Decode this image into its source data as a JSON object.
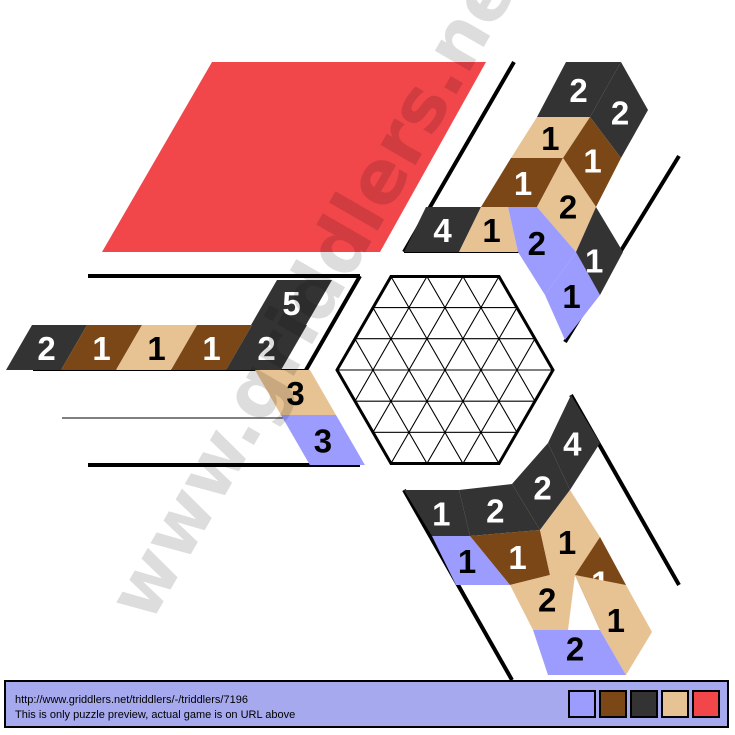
{
  "colors": {
    "blue": "#9b9cfe",
    "brown": "#7b4716",
    "dark": "#333333",
    "tan": "#e7c293",
    "red": "#f1464a",
    "white": "#ffffff",
    "black": "#000000"
  },
  "palette": [
    {
      "name": "blue",
      "color": "#9b9cfe"
    },
    {
      "name": "brown",
      "color": "#7b4716"
    },
    {
      "name": "dark",
      "color": "#333333"
    },
    {
      "name": "tan",
      "color": "#e7c293"
    },
    {
      "name": "red",
      "color": "#f1464a"
    }
  ],
  "footer": {
    "url": "http://www.griddlers.net/triddlers/-/triddlers/7196",
    "note": "This is only puzzle preview, actual game is on URL above"
  },
  "watermark": "www.griddlers.net",
  "clues": {
    "left": [
      {
        "value": "2",
        "color": "dark"
      },
      {
        "value": "1",
        "color": "brown"
      },
      {
        "value": "1",
        "color": "tan"
      },
      {
        "value": "1",
        "color": "brown"
      },
      {
        "value": "2",
        "color": "dark"
      },
      {
        "value": "5",
        "color": "dark"
      },
      {
        "value": "3",
        "color": "tan"
      },
      {
        "value": "3",
        "color": "blue"
      }
    ],
    "top_right": [
      {
        "value": "2",
        "color": "dark"
      },
      {
        "value": "2",
        "color": "dark"
      },
      {
        "value": "1",
        "color": "tan"
      },
      {
        "value": "1",
        "color": "brown"
      },
      {
        "value": "1",
        "color": "brown"
      },
      {
        "value": "2",
        "color": "tan"
      },
      {
        "value": "4",
        "color": "dark"
      },
      {
        "value": "1",
        "color": "tan"
      },
      {
        "value": "2",
        "color": "blue"
      },
      {
        "value": "1",
        "color": "dark"
      },
      {
        "value": "1",
        "color": "blue"
      }
    ],
    "bottom_right": [
      {
        "value": "4",
        "color": "dark"
      },
      {
        "value": "2",
        "color": "dark"
      },
      {
        "value": "1",
        "color": "dark"
      },
      {
        "value": "2",
        "color": "dark"
      },
      {
        "value": "1",
        "color": "blue"
      },
      {
        "value": "1",
        "color": "brown"
      },
      {
        "value": "1",
        "color": "tan"
      },
      {
        "value": "1",
        "color": "brown"
      },
      {
        "value": "2",
        "color": "tan"
      },
      {
        "value": "1",
        "color": "tan"
      },
      {
        "value": "2",
        "color": "blue"
      }
    ]
  }
}
